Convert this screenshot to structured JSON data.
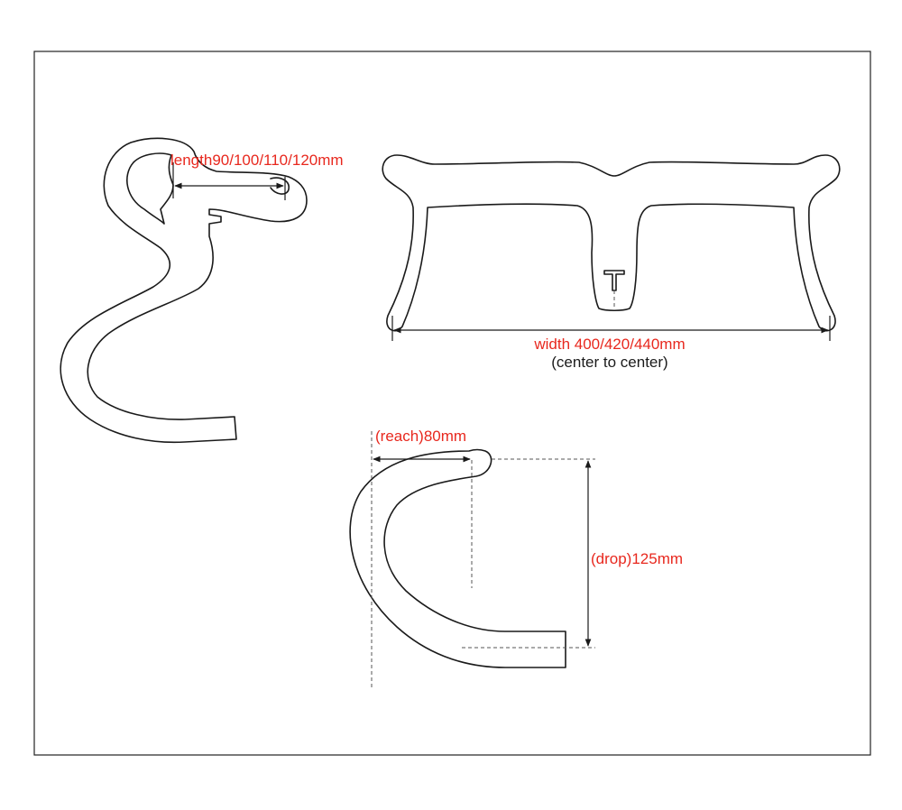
{
  "colors": {
    "label_red": "#e8281e",
    "line": "#1a1a1a",
    "frame": "#222222"
  },
  "side_view": {
    "length_label": "length90/100/110/120mm"
  },
  "front_view": {
    "width_label": "width 400/420/440mm",
    "width_note": "(center to center)"
  },
  "profile_view": {
    "reach_label": "(reach)80mm",
    "drop_label": "(drop)125mm"
  }
}
